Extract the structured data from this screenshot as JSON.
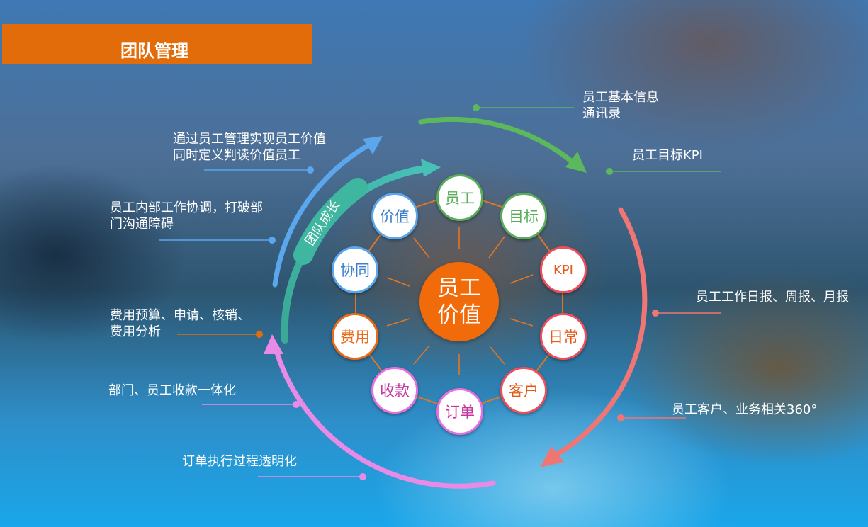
{
  "header": {
    "title": "团队管理"
  },
  "center": {
    "line1": "员工",
    "line2": "价值"
  },
  "ring_label": "团队成长",
  "nodes": [
    {
      "label": "员工",
      "color": "#5aae5a"
    },
    {
      "label": "目标",
      "color": "#5aae5a"
    },
    {
      "label": "KPI",
      "color": "#ef4e5a"
    },
    {
      "label": "日常",
      "color": "#ef4e5a"
    },
    {
      "label": "客户",
      "color": "#ef4e5a"
    },
    {
      "label": "订单",
      "color": "#e96fe0"
    },
    {
      "label": "收款",
      "color": "#c2369d"
    },
    {
      "label": "费用",
      "color": "#ea6a1a"
    },
    {
      "label": "协同",
      "color": "#3d7fc9"
    },
    {
      "label": "价值",
      "color": "#3d7fc9"
    }
  ],
  "annotations": {
    "basic_info": {
      "line1": "员工基本信息",
      "line2": "通讯录"
    },
    "kpi": "员工目标KPI",
    "daily": "员工工作日报、周报、月报",
    "customer": "员工客户、业务相关360°",
    "order": "订单执行过程透明化",
    "collection": "部门、员工收款一体化",
    "expense": {
      "line1": "费用预算、申请、核销、",
      "line2": "费用分析"
    },
    "collab": {
      "line1": "员工内部工作协调，打破部",
      "line2": "门沟通障碍"
    },
    "value": {
      "line1": "通过员工管理实现员工价值",
      "line2": "同时定义判读价值员工"
    }
  },
  "colors": {
    "title_bar": "#e36c0a",
    "center": "#f26b0a",
    "green": "#5cb85c",
    "red": "#f07575",
    "pink": "#e98be6",
    "blue": "#5aa7ee",
    "teal": "#3fb6a0"
  }
}
